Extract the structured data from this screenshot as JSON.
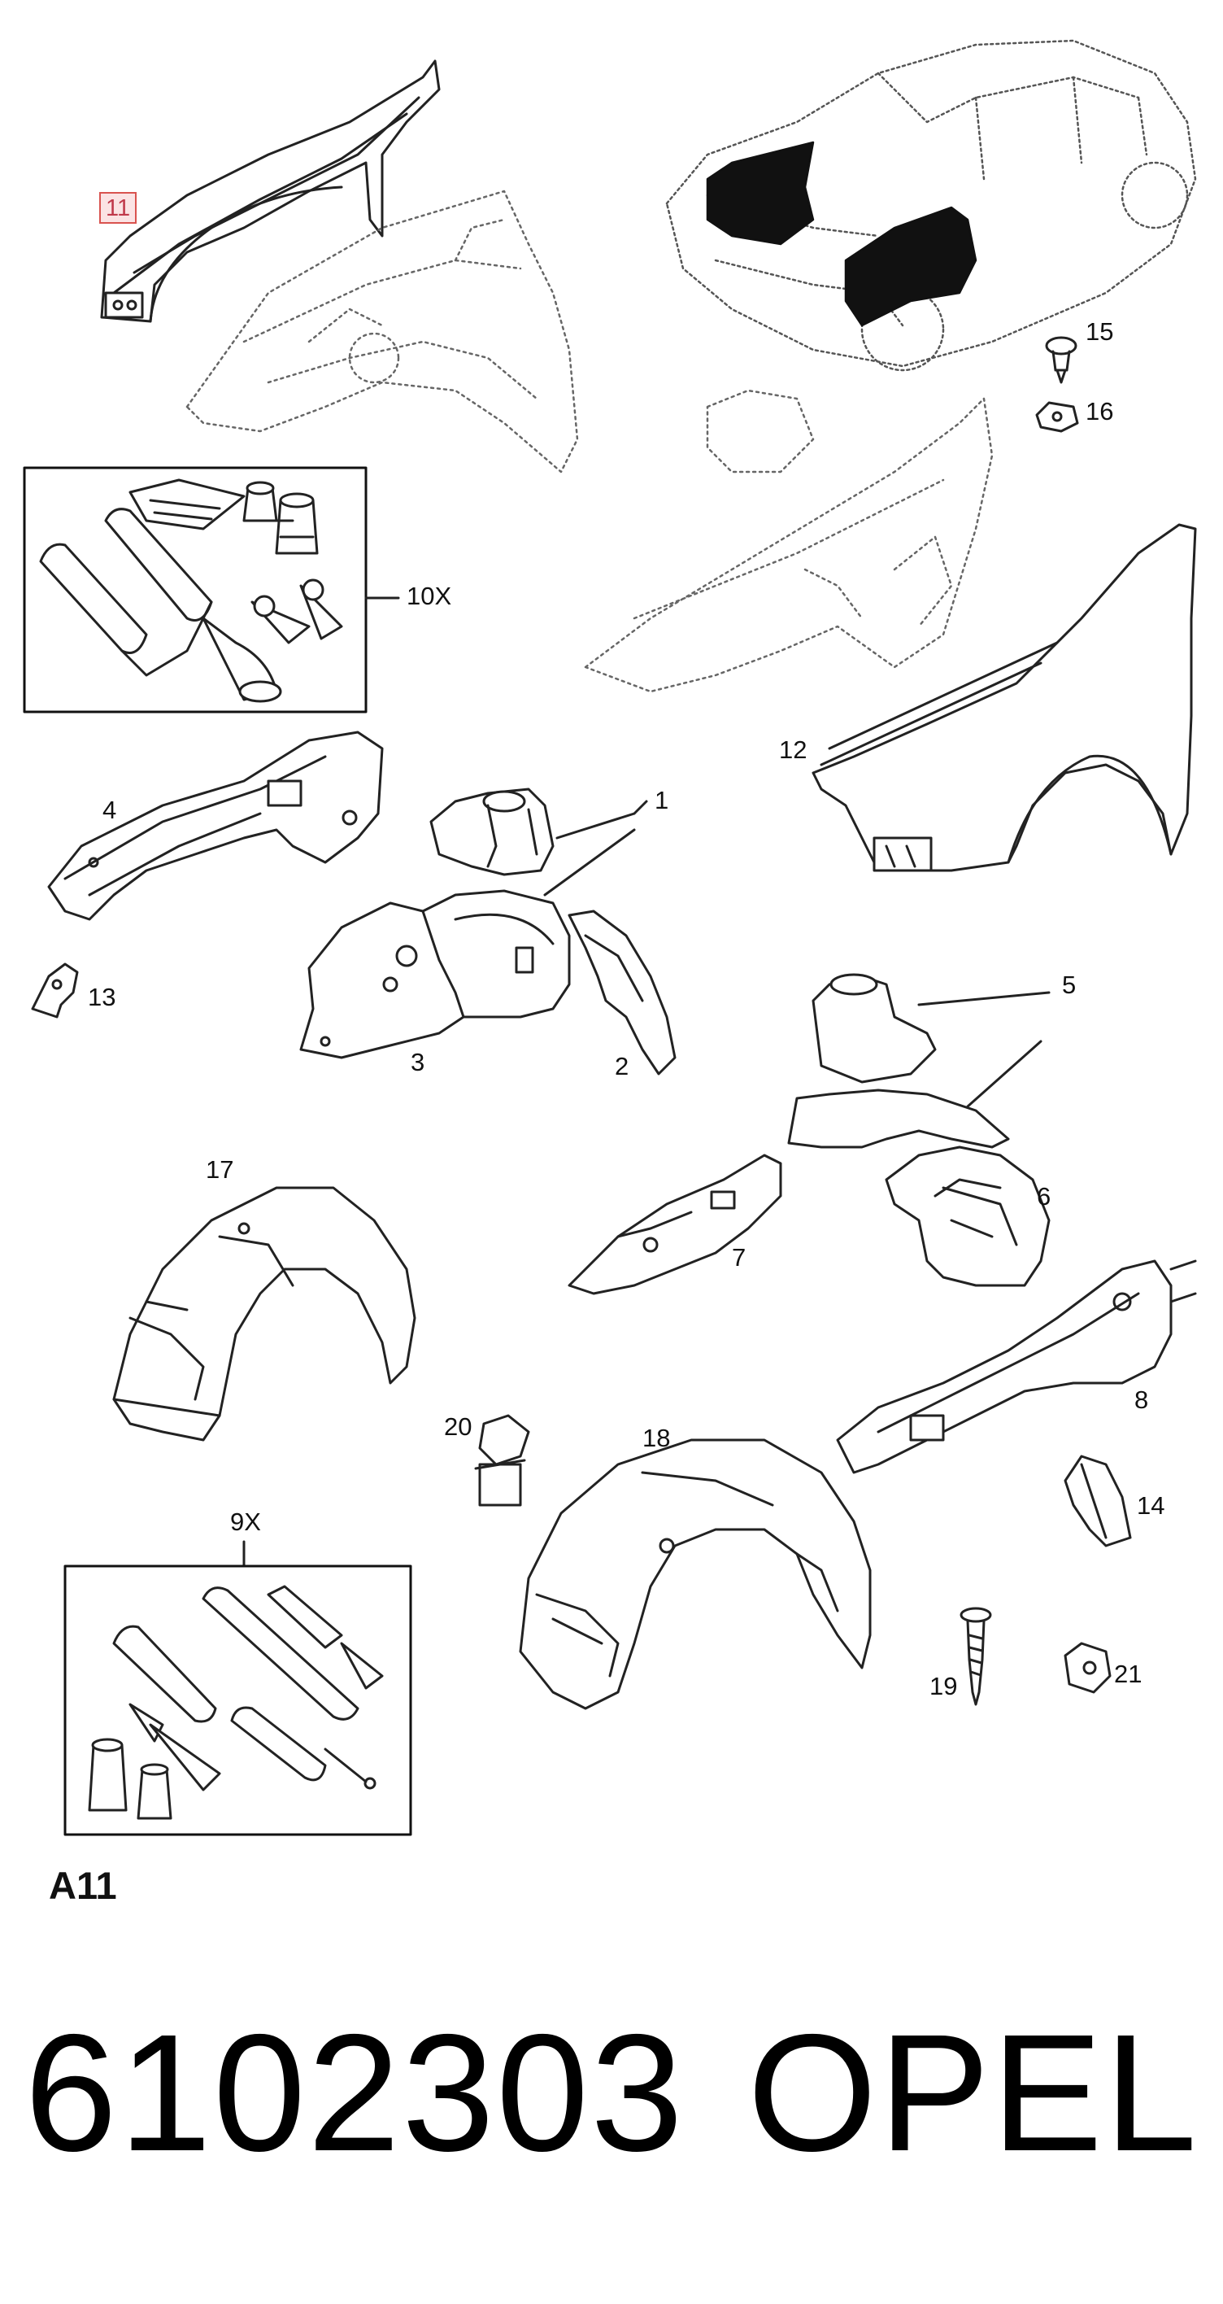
{
  "diagram": {
    "section": "A11",
    "callouts": [
      {
        "id": "11",
        "label": "11",
        "highlighted": true
      },
      {
        "id": "15",
        "label": "15"
      },
      {
        "id": "16",
        "label": "16"
      },
      {
        "id": "10X",
        "label": "10X"
      },
      {
        "id": "12",
        "label": "12"
      },
      {
        "id": "4",
        "label": "4"
      },
      {
        "id": "1",
        "label": "1"
      },
      {
        "id": "13",
        "label": "13"
      },
      {
        "id": "3",
        "label": "3"
      },
      {
        "id": "2",
        "label": "2"
      },
      {
        "id": "5",
        "label": "5"
      },
      {
        "id": "17",
        "label": "17"
      },
      {
        "id": "6",
        "label": "6"
      },
      {
        "id": "7",
        "label": "7"
      },
      {
        "id": "8",
        "label": "8"
      },
      {
        "id": "20",
        "label": "20"
      },
      {
        "id": "18",
        "label": "18"
      },
      {
        "id": "14",
        "label": "14"
      },
      {
        "id": "9X",
        "label": "9X"
      },
      {
        "id": "19",
        "label": "19"
      },
      {
        "id": "21",
        "label": "21"
      }
    ],
    "highlight_color": "#d9534f"
  },
  "footer": {
    "part_number": "6102303",
    "brand": "OPEL"
  }
}
